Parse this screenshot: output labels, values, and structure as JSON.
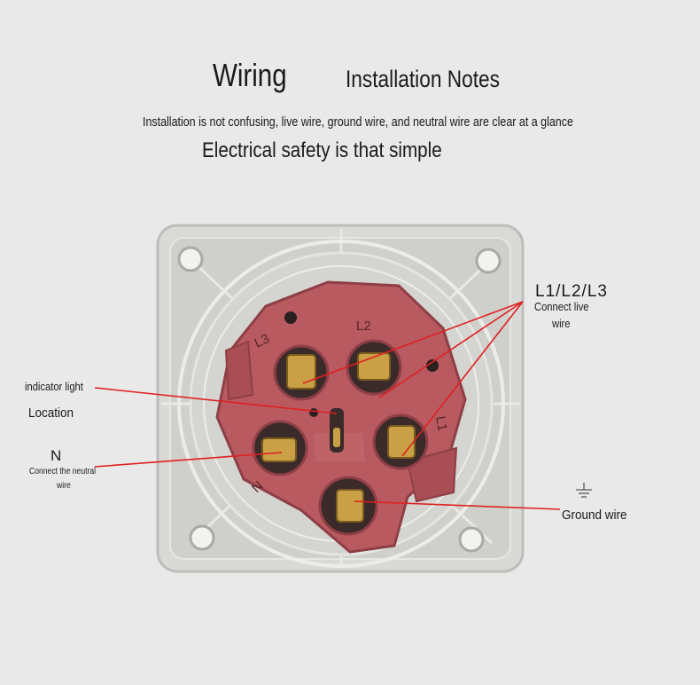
{
  "header": {
    "title": "Wiring",
    "title_secondary": "Installation Notes",
    "subtitle": "Installation is not confusing, live wire, ground wire, and neutral wire are clear at a glance",
    "tagline": "Electrical safety is that simple"
  },
  "labels": {
    "indicator": "indicator light",
    "location": "Location",
    "neutral_code": "N",
    "neutral_line1": "Connect the neutral",
    "neutral_line2": "wire",
    "live_code": "L1/L2/L3",
    "live_line1": "Connect live",
    "live_line2": "wire",
    "ground": "Ground wire"
  },
  "terminal_marks": {
    "l1": "L1",
    "l2": "L2",
    "l3": "L3",
    "n": "N"
  },
  "colors": {
    "background": "#e9e9ea",
    "plate": "#d9d9d6",
    "insert": "#b85a60",
    "callout_line": "#e02020",
    "brass": "#c9a046"
  },
  "icons": {
    "ground": "ground-symbol-icon"
  }
}
